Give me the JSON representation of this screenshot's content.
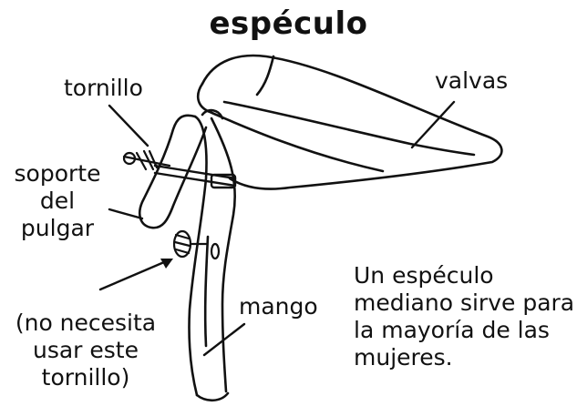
{
  "title": "espéculo",
  "labels": {
    "tornillo": "tornillo",
    "valvas": "valvas",
    "soporte_line1": "soporte",
    "soporte_line2": "del",
    "soporte_line3": "pulgar",
    "mango": "mango",
    "note_line1": "(no necesita",
    "note_line2": "usar este",
    "note_line3": "tornillo)",
    "caption_line1": "Un espéculo",
    "caption_line2": "mediano sirve para",
    "caption_line3": "la mayoría de las",
    "caption_line4": "mujeres."
  }
}
